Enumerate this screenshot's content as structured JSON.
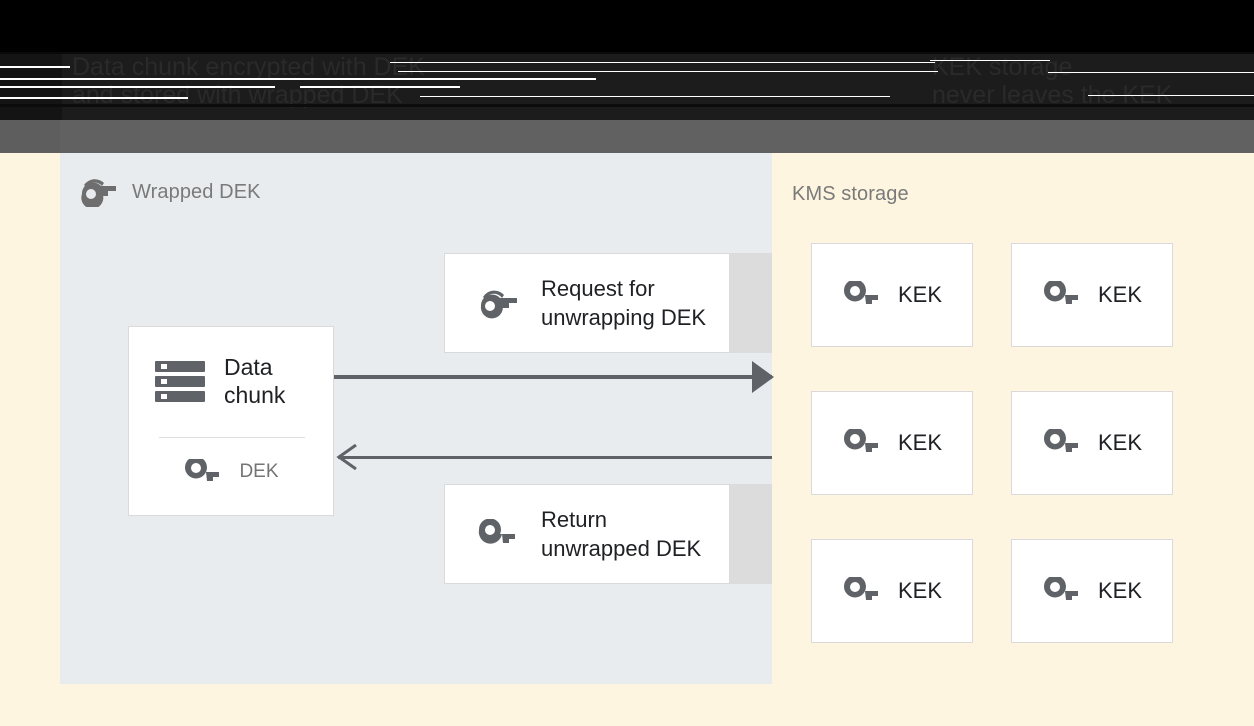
{
  "header": {
    "title_left": "Data chunk encrypted with DEK",
    "title_right": "KEK storage",
    "subtitle_left": "and stored with wrapped DEK",
    "subtitle_right": "never leaves the KEK"
  },
  "left_panel": {
    "title": "Wrapped DEK",
    "title_icon": "wrapped-key-icon",
    "background_color": "#e8ecef",
    "data_chunk_card": {
      "icon": "data-chunk-icon",
      "label": "Data\nchunk",
      "label_line1": "Data",
      "label_line2": "chunk",
      "key_icon": "key-icon",
      "key_label": "DEK"
    },
    "messages": [
      {
        "icon": "wrapped-key-icon",
        "line1": "Request for",
        "line2": "unwrapping DEK"
      },
      {
        "icon": "key-icon",
        "line1": "Return",
        "line2": "unwrapped DEK"
      }
    ],
    "arrows": [
      {
        "name": "request-arrow",
        "direction": "right"
      },
      {
        "name": "return-arrow",
        "direction": "left"
      }
    ]
  },
  "right_panel": {
    "title": "KMS storage",
    "background_color": "#fdf5e0",
    "kek_cards": [
      {
        "icon": "key-icon",
        "label": "KEK"
      },
      {
        "icon": "key-icon",
        "label": "KEK"
      },
      {
        "icon": "key-icon",
        "label": "KEK"
      },
      {
        "icon": "key-icon",
        "label": "KEK"
      },
      {
        "icon": "key-icon",
        "label": "KEK"
      },
      {
        "icon": "key-icon",
        "label": "KEK"
      }
    ]
  },
  "colors": {
    "page_background": "#fdf5e0",
    "left_panel": "#e8ecef",
    "grey_bar": "#616161",
    "header": "#000000",
    "icon": "#5f6368",
    "text": "#202124",
    "muted_text": "#757575",
    "card_border": "#dadada",
    "card_shadow": "#dcdcdc"
  }
}
